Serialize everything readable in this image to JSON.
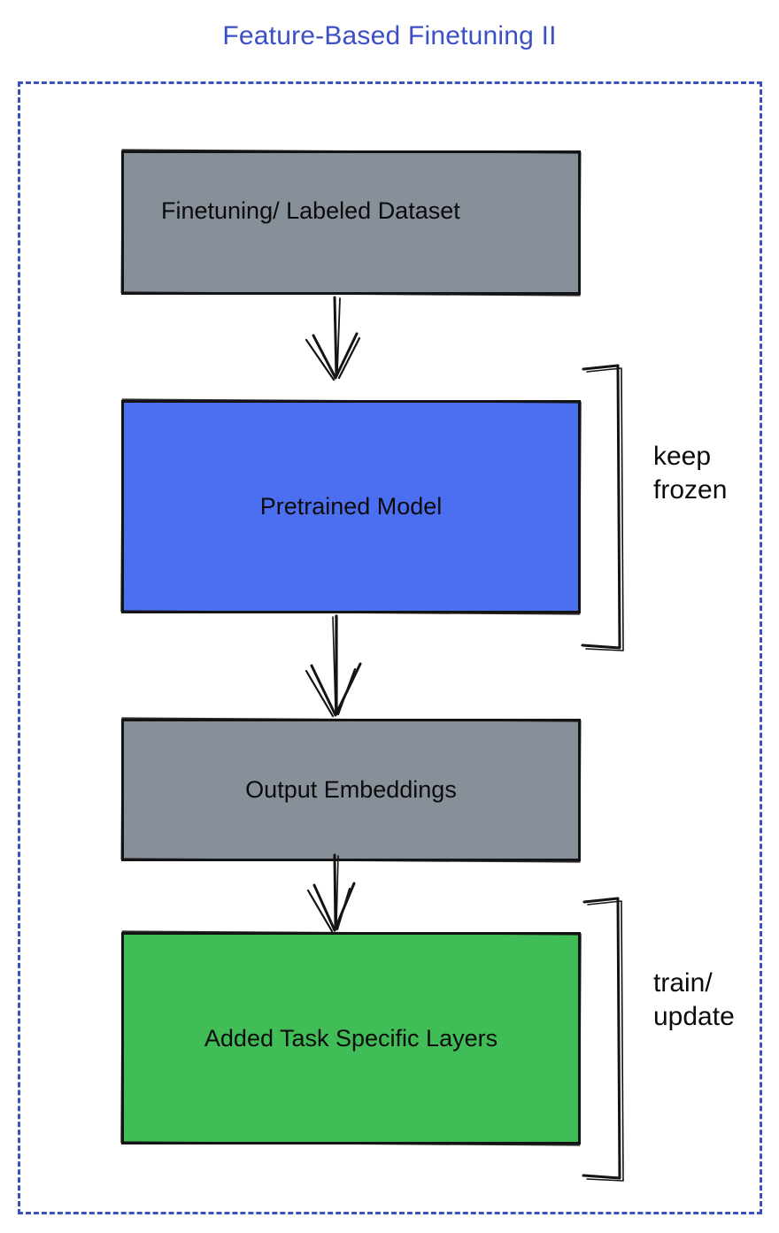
{
  "title": "Feature-Based Finetuning II",
  "colors": {
    "accent": "#3c50c6",
    "node-gray": "#878f99",
    "node-blue": "#4b6ff0",
    "node-green": "#41bd58",
    "ink": "#141414"
  },
  "flow": {
    "nodes": [
      {
        "id": "dataset",
        "label": "Finetuning/ Labeled Dataset",
        "color": "gray"
      },
      {
        "id": "pretrained",
        "label": "Pretrained Model",
        "color": "blue"
      },
      {
        "id": "embeddings",
        "label": "Output Embeddings",
        "color": "gray"
      },
      {
        "id": "tasklayers",
        "label": "Added Task Specific Layers",
        "color": "green"
      }
    ],
    "annotations": [
      {
        "target": "pretrained",
        "line1": "keep",
        "line2": "frozen"
      },
      {
        "target": "tasklayers",
        "line1": "train/",
        "line2": "update"
      }
    ]
  }
}
